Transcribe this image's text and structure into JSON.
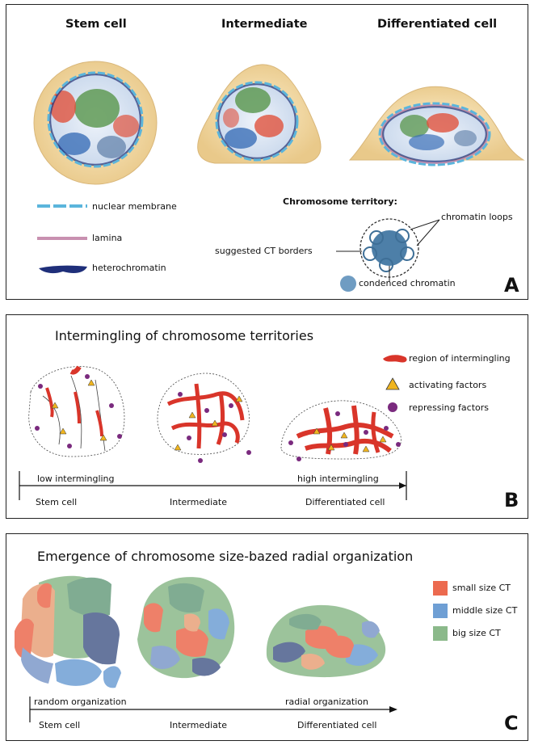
{
  "panel_a": {
    "headers": [
      "Stem cell",
      "Intermediate",
      "Differentiated cell"
    ],
    "legend": {
      "nuclear_membrane": "nuclear membrane",
      "lamina": "lamina",
      "heterochromatin": "heterochromatin"
    },
    "ct": {
      "title": "Chromosome territory:",
      "chromatin_loops": "chromatin loops",
      "borders": "suggested CT borders",
      "condensed": "condenced chromatin"
    },
    "letter": "A"
  },
  "panel_b": {
    "title": "Intermingling of chromosome territories",
    "legend": {
      "region": "region of intermingling",
      "activating": "activating factors",
      "repressing": "repressing factors"
    },
    "axis_left": "low intermingling",
    "axis_right": "high intermingling",
    "stages": [
      "Stem cell",
      "Intermediate",
      "Differentiated cell"
    ],
    "letter": "B"
  },
  "panel_c": {
    "title": "Emergence of chromosome size-bazed radial organization",
    "legend": {
      "small": "small size CT",
      "middle": "middle size CT",
      "big": "big size CT"
    },
    "axis_left": "random organization",
    "axis_right": "radial organization",
    "stages": [
      "Stem cell",
      "Intermediate",
      "Differentiated cell"
    ],
    "letter": "C"
  },
  "colors": {
    "cytoplasm": "#f3d9a4",
    "membrane": "#5bb5dc",
    "lamina": "#c890b0",
    "heterochromatin": "#1f2f7a",
    "intermingling": "#d9352a",
    "activating": "#f0b51f",
    "repressing": "#7a2a7e",
    "small_ct": "#ec6a4f",
    "middle_ct": "#6f9fd4",
    "big_ct": "#8bb98a"
  }
}
